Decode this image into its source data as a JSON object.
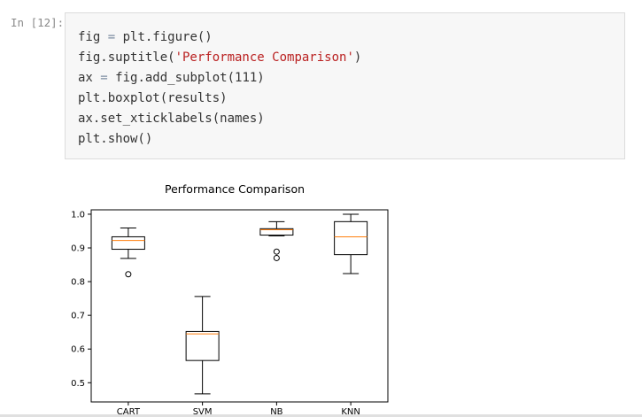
{
  "cell": {
    "prompt": "In [12]:",
    "code_lines": [
      [
        {
          "t": "fig "
        },
        {
          "t": "=",
          "c": "op"
        },
        {
          "t": " plt.figure()"
        }
      ],
      [
        {
          "t": "fig.suptitle("
        },
        {
          "t": "'Performance Comparison'",
          "c": "str"
        },
        {
          "t": ")"
        }
      ],
      [
        {
          "t": "ax "
        },
        {
          "t": "=",
          "c": "op"
        },
        {
          "t": " fig.add_subplot(111)"
        }
      ],
      [
        {
          "t": "plt.boxplot(results)"
        }
      ],
      [
        {
          "t": "ax.set_xticklabels(names)"
        }
      ],
      [
        {
          "t": "plt.show()"
        }
      ]
    ]
  },
  "colors": {
    "median_line": "#ff7f0e",
    "box_edge": "#000000"
  },
  "chart_data": {
    "type": "box",
    "title": "Performance Comparison",
    "xlabel": "",
    "ylabel": "",
    "ylim": [
      0.443,
      1.013
    ],
    "yticks": [
      0.5,
      0.6,
      0.7,
      0.8,
      0.9,
      1.0
    ],
    "ytick_labels": [
      "0.5",
      "0.6",
      "0.7",
      "0.8",
      "0.9",
      "1.0"
    ],
    "categories": [
      "CART",
      "SVM",
      "NB",
      "KNN"
    ],
    "boxes": [
      {
        "whisker_low": 0.869,
        "q1": 0.896,
        "median": 0.922,
        "q3": 0.933,
        "whisker_high": 0.959,
        "outliers": [
          0.822
        ]
      },
      {
        "whisker_low": 0.467,
        "q1": 0.566,
        "median": 0.645,
        "q3": 0.652,
        "whisker_high": 0.756,
        "outliers": []
      },
      {
        "whisker_low": 0.936,
        "q1": 0.938,
        "median": 0.954,
        "q3": 0.957,
        "whisker_high": 0.978,
        "outliers": [
          0.889,
          0.87
        ]
      },
      {
        "whisker_low": 0.824,
        "q1": 0.88,
        "median": 0.933,
        "q3": 0.978,
        "whisker_high": 1.0,
        "outliers": []
      }
    ]
  }
}
